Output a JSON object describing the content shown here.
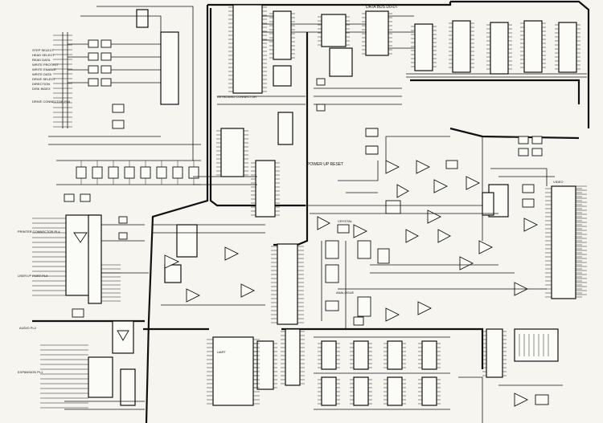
{
  "header": {
    "bus_label": "DATA BUS  D0-D7"
  },
  "left_inputs": [
    "STEP SELECT",
    "HEAD SELECT",
    "READ DATA",
    "WRITE PROTECT",
    "WRITE ENABLE",
    "WRITE DATA",
    "DRIVE SELECT",
    "DIRECTION",
    "DISK INDEX"
  ],
  "left_connectors": {
    "drive": "DRIVE CONNECTOR PL6",
    "printer": "PRINTER CONNECTOR PL4",
    "user": "USER I/P PORT PL9",
    "audio": "AUDIO PL2",
    "expansion": "EXPANSION PL1"
  },
  "labels": {
    "keyboard": "KEYBOARD CONNECTOR",
    "power_up": "POWER UP RESET",
    "crystal": "CRYSTAL",
    "analogue": "ANALOGUE",
    "video": "VIDEO",
    "uart": "UART"
  },
  "colors": {
    "ink": "#111111",
    "paper": "#f6f5f0"
  }
}
